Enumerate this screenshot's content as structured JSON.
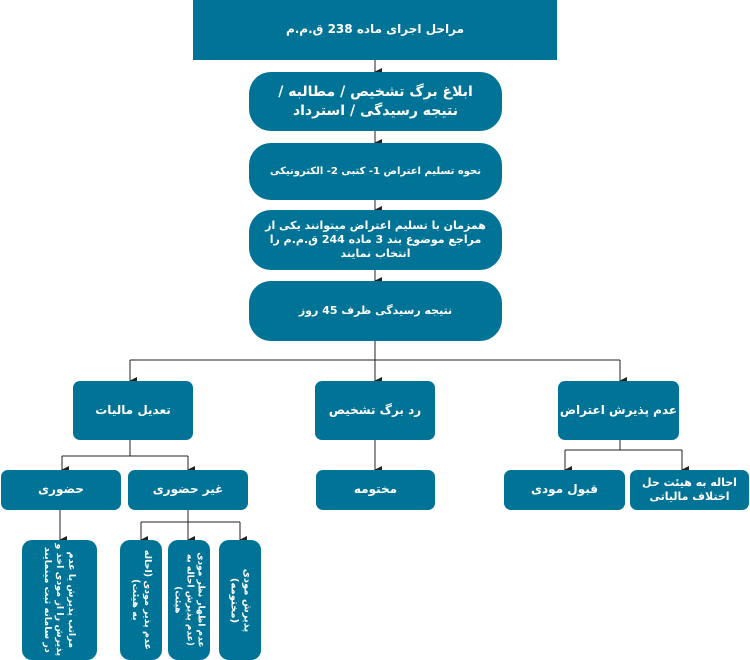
{
  "diagram": {
    "title": "مراحل اجرای ماده 238 ق.م.م",
    "step1": "ابلاغ برگ تشخیص / مطالبه / نتیجه رسیدگی / استرداد",
    "step2": "نحوه تسلیم اعتراض 1- کتبی 2- الکترونیکی",
    "step3": "همزمان با تسلیم اعتراض میتوانند یکی از مراجع موضوع بند 3 ماده 244 ق.م.م را انتخاب نمایند",
    "step4": "نتیجه رسیدگی ظرف 45 روز",
    "branches": {
      "left": "تعدیل مالیات",
      "middle": "رد برگ تشخیص",
      "right": "عدم پذیرش اعتراض"
    },
    "left_children": {
      "hozouri": "حضوری",
      "gheir_hozouri": "غیر حضوری"
    },
    "middle_child": "مختومه",
    "right_children": {
      "ghabool": "قبول مودی",
      "ehaleh": "احاله به هیئت حل اختلاف مالیاتی"
    },
    "vertical_notes": {
      "hozouri_note_line1": "مراتب پذیرش یا عدم",
      "hozouri_note_line2": "پذیرش را از مودی اخذ و",
      "hozouri_note_line3": "در سامانه ثبت مینمایند",
      "adam_pazirsh_line1": "عدم پذیر مودی (احاله",
      "adam_pazirsh_line2": "به هیئت)",
      "adam_ezhar_line1": "عدم اظهار نظر مودی",
      "adam_ezhar_line2": "(عدم پذیرش احاله به",
      "adam_ezhar_line3": "هیئت)",
      "pazirsh_line1": "پذیرش مودی",
      "pazirsh_line2": "(مختومه)"
    }
  }
}
